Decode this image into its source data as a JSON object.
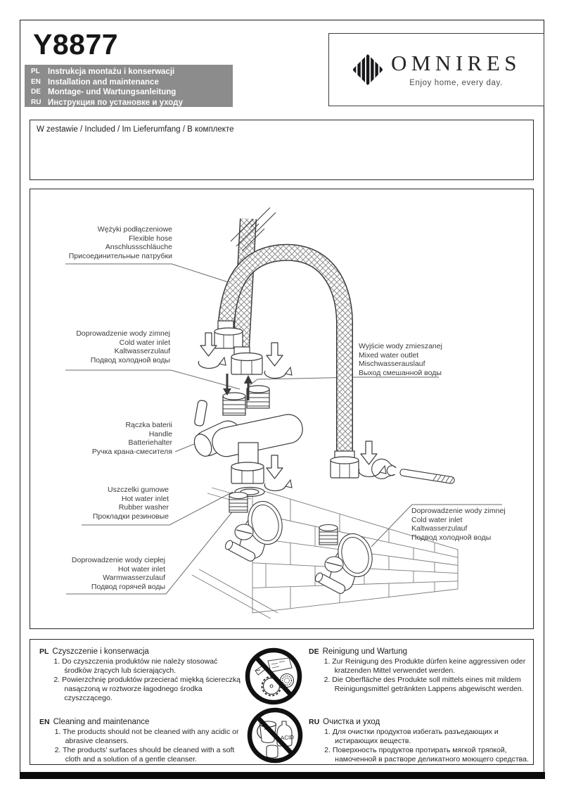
{
  "header": {
    "product_code": "Y8877",
    "languages": [
      {
        "code": "PL",
        "title": "Instrukcja montażu i konserwacji"
      },
      {
        "code": "EN",
        "title": "Installation and maintenance"
      },
      {
        "code": "DE",
        "title": "Montage- und Wartungsanleitung"
      },
      {
        "code": "RU",
        "title": "Инструкция по установке и уходу"
      }
    ]
  },
  "brand": {
    "name": "OMNIRES",
    "tagline": "Enjoy home, every day.",
    "logo_icon": "omnires-diamond-mark"
  },
  "included": {
    "title": "W zestawie / Included / Im Lieferumfang / В комплекте"
  },
  "diagram": {
    "labels": [
      {
        "id": "flexible-hose",
        "lines": [
          "Wężyki podłączeniowe",
          "Flexible hose",
          "Anschlussschläuche",
          "Присоединительные патрубки"
        ]
      },
      {
        "id": "cold-water-inlet-top",
        "lines": [
          "Doprowadzenie wody zimnej",
          "Cold water inlet",
          "Kaltwasserzulauf",
          "Подвод холодной воды"
        ]
      },
      {
        "id": "mixed-water-outlet",
        "lines": [
          "Wyjście wody zmieszanej",
          "Mixed water outlet",
          "Mischwasserauslauf",
          "Выход смешанной воды"
        ]
      },
      {
        "id": "handle",
        "lines": [
          "Rączka baterii",
          "Handle",
          "Batteriehalter",
          "Ручка крана-смесителя"
        ]
      },
      {
        "id": "rubber-washer",
        "lines": [
          "Uszczelki gumowe",
          "Hot water inlet",
          "Rubber washer",
          "Прокладки резиновые"
        ]
      },
      {
        "id": "hot-water-inlet",
        "lines": [
          "Doprowadzenie wody ciepłej",
          "Hot water inlet",
          "Warmwasserzulauf",
          "Подвод горячей воды"
        ]
      },
      {
        "id": "cold-water-inlet-wall",
        "lines": [
          "Doprowadzenie wody zimnej",
          "Cold water inlet",
          "Kaltwasserzulauf",
          "Подвод холодной воды"
        ]
      }
    ],
    "icons": [
      "flexible-hose-drawing",
      "faucet-body-drawing",
      "brick-wall-drawing",
      "angle-valve-drawing",
      "wrench-icon",
      "install-rotation-arrow-icon"
    ]
  },
  "care": {
    "sections": [
      {
        "code": "PL",
        "title": "Czyszczenie i konserwacja",
        "items": [
          "1. Do czyszczenia produktów nie należy stosować środków żrących lub ścierających.",
          "2. Powierzchnię produktów przecierać miękką ściereczką nasączoną w roztworze łagodnego środka czyszczącego."
        ]
      },
      {
        "code": "EN",
        "title": "Cleaning and maintenance",
        "items": [
          "1. The products should not be cleaned with any acidic or abrasive cleansers.",
          "2. The products' surfaces should be cleaned with a soft cloth and a solution of a gentle cleanser."
        ]
      },
      {
        "code": "DE",
        "title": "Reinigung und Wartung",
        "items": [
          "1. Zur Reinigung des Produkte dürfen keine aggressiven oder kratzenden Mittel verwendet werden.",
          "2. Die Oberfläche des Produkte soll mittels eines mit mildem Reinigungsmittel getränkten Lappens abgewischt werden."
        ]
      },
      {
        "code": "RU",
        "title": "Очистка и уход",
        "items": [
          "1. Для очистки продуктов избегать разъедающих и истирающих веществ.",
          "2. Поверхность продуктов протирать мягкой тряпкой, намоченной в растворе деликатного моющего средства."
        ]
      }
    ],
    "acid_label": "ACID"
  },
  "colors": {
    "band_gray": "#8c8c8c",
    "ink": "#1f1f1f",
    "diagram_line": "#3a3a3a"
  }
}
